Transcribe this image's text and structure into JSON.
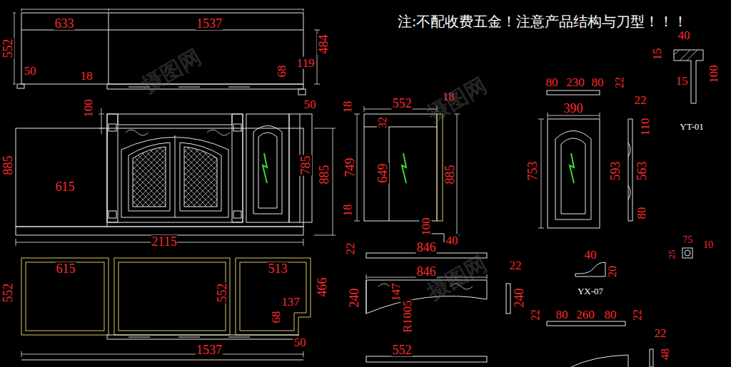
{
  "diagram": {
    "labels": [
      "注:不配收费五金！注意产品结构与刀型！！！",
      "633",
      "1537",
      "552",
      "484",
      "50",
      "18",
      "68",
      "119",
      "50",
      "100",
      "885",
      "615",
      "785",
      "885",
      "2115",
      "615",
      "513",
      "552",
      "552",
      "466",
      "137",
      "68",
      "50",
      "1537",
      "552",
      "18",
      "18",
      "32",
      "749",
      "649",
      "885",
      "18",
      "100",
      "40",
      "22",
      "846",
      "846",
      "240",
      "147",
      "R1005",
      "552",
      "22",
      "240",
      "80",
      "230",
      "80",
      "22",
      "390",
      "753",
      "22",
      "110",
      "593",
      "563",
      "80",
      "40",
      "15",
      "15",
      "100",
      "YT-01",
      "40",
      "20",
      "YX-07",
      "75",
      "25",
      "10",
      "22",
      "80",
      "260",
      "80",
      "22",
      "22",
      "48",
      "摄图网",
      "摄图网",
      "摄图网"
    ]
  }
}
